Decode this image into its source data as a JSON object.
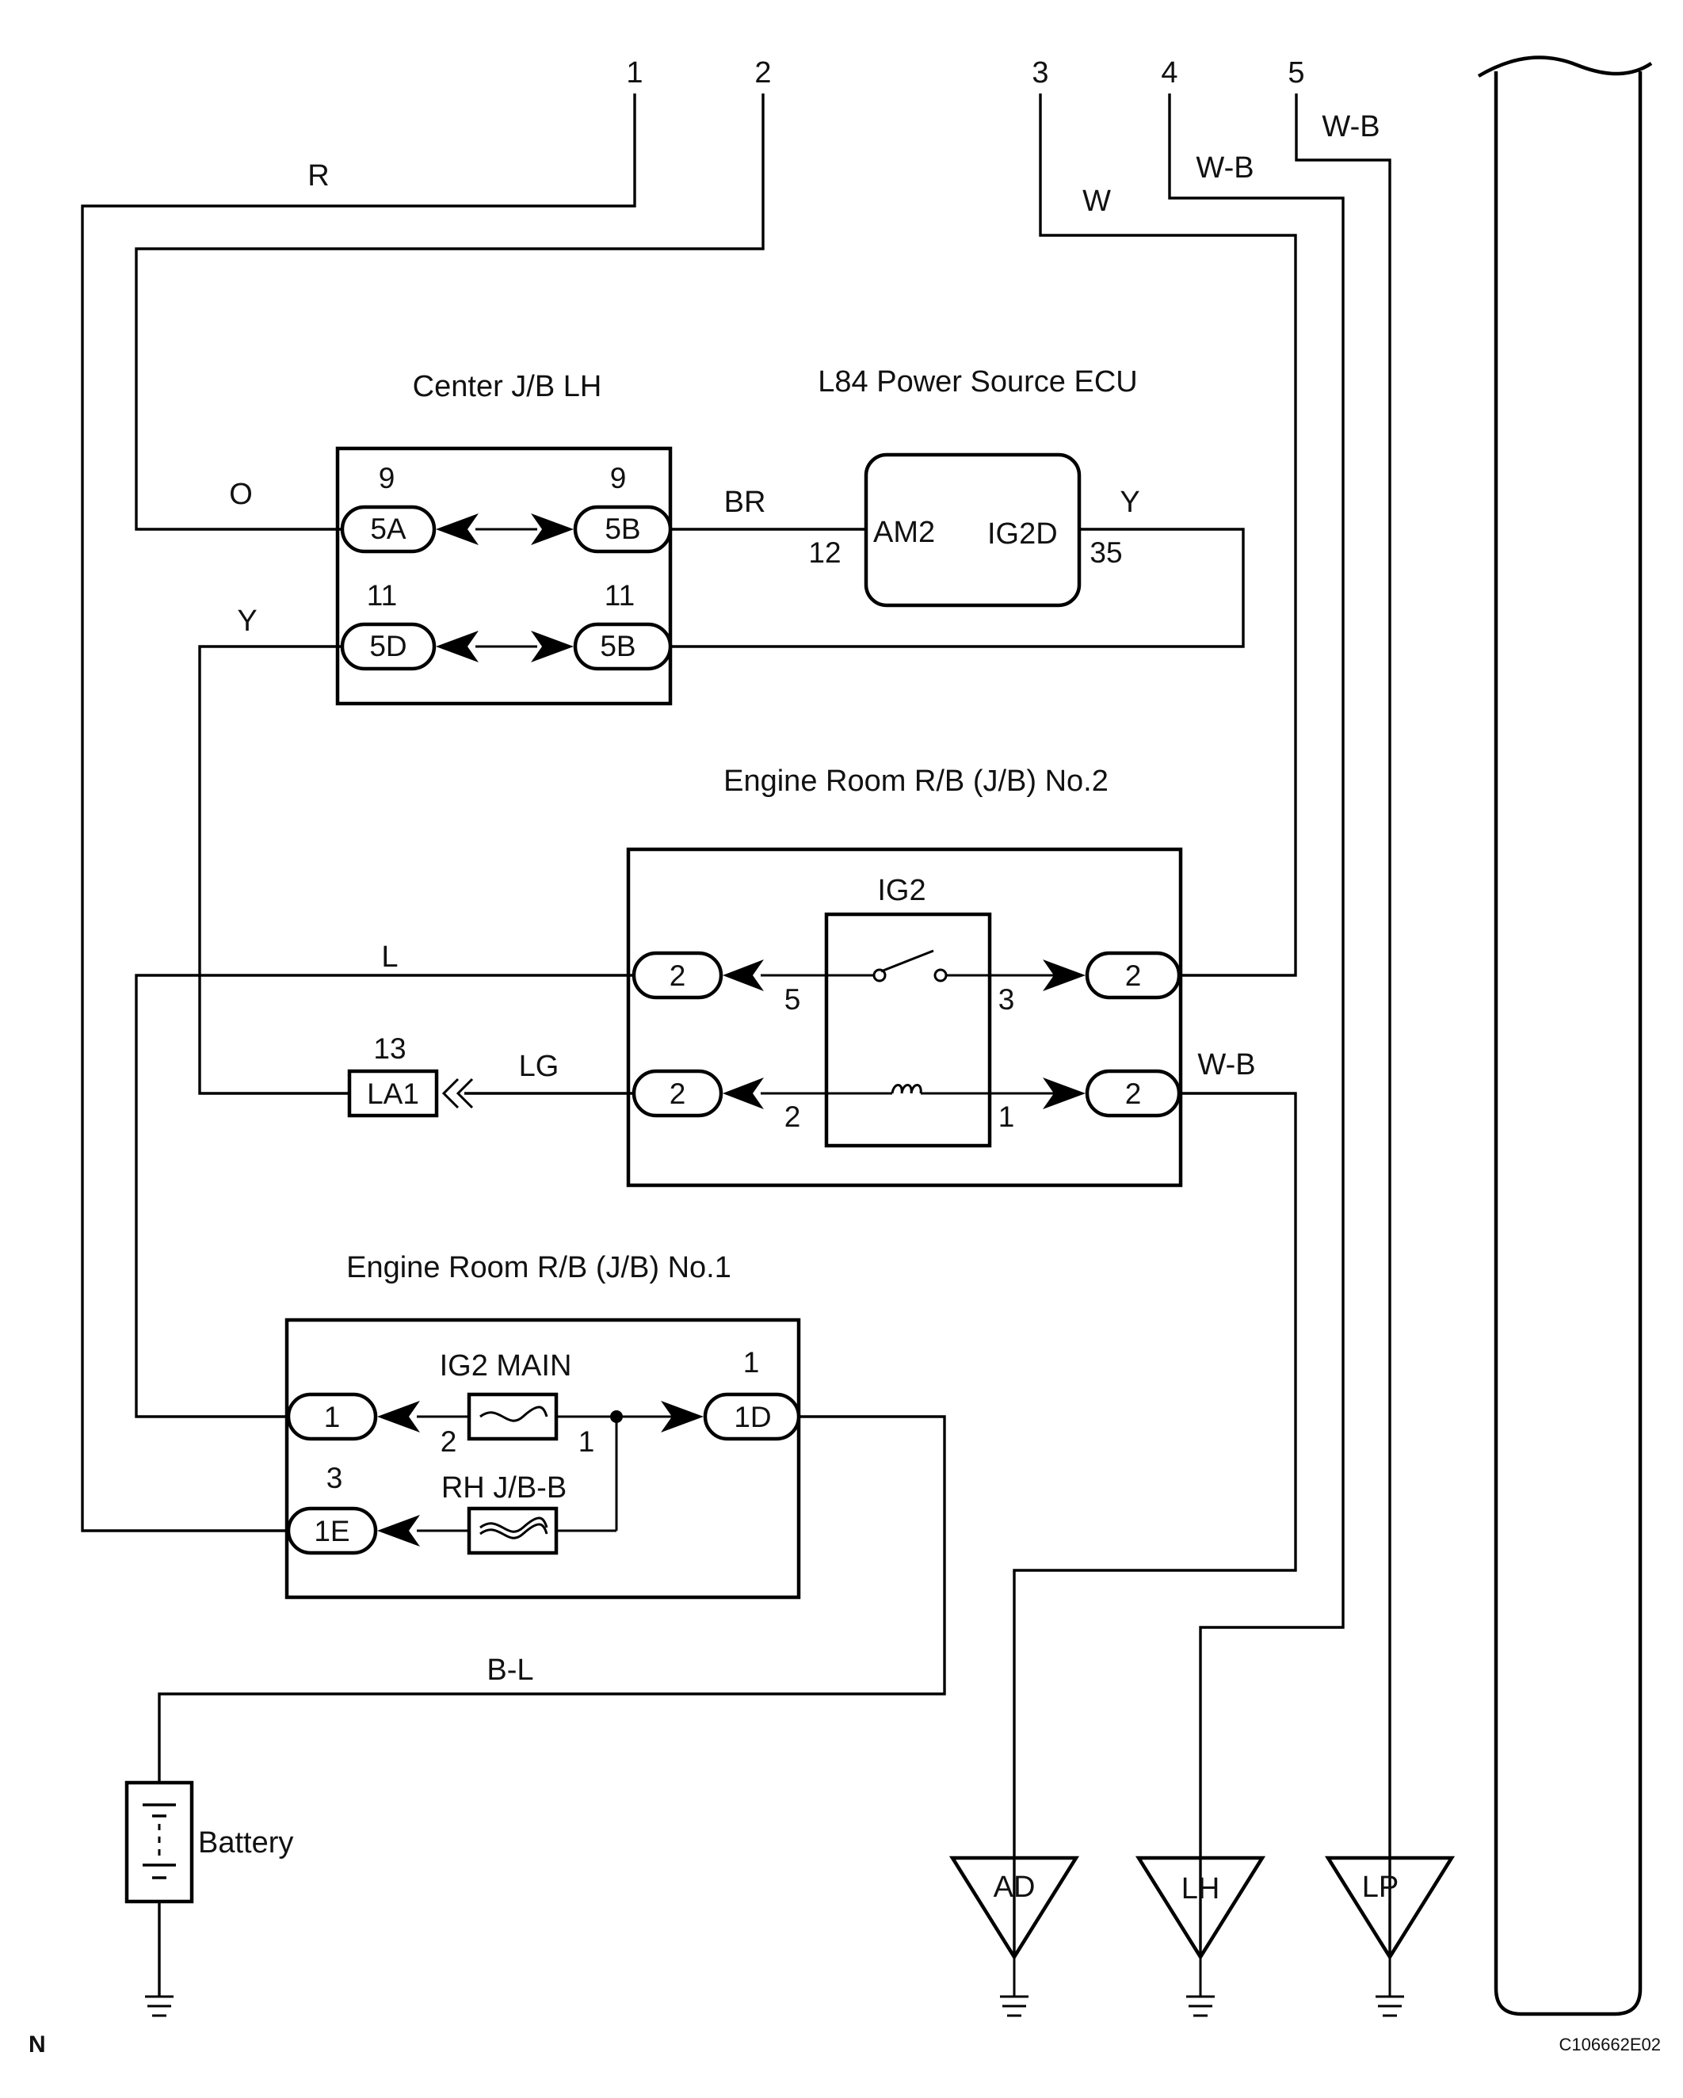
{
  "terminals": [
    "1",
    "2",
    "3",
    "4",
    "5"
  ],
  "wires": {
    "r": "R",
    "o": "O",
    "br": "BR",
    "y_ecu": "Y",
    "y_left": "Y",
    "w": "W",
    "wb4": "W-B",
    "wb5": "W-B",
    "l": "L",
    "lg": "LG",
    "wb_relay": "W-B",
    "bl": "B-L"
  },
  "center_jb": {
    "title": "Center J/B LH",
    "connectors": [
      "5A",
      "5B",
      "5D",
      "5B"
    ],
    "pins": [
      "9",
      "9",
      "11",
      "11"
    ]
  },
  "ecu": {
    "title": "L84 Power Source ECU",
    "terminal_left": "AM2",
    "terminal_right": "IG2D",
    "pin_left": "12",
    "pin_right": "35"
  },
  "rb2": {
    "title": "Engine Room R/B (J/B) No.2",
    "relay": "IG2",
    "connectors": [
      "2",
      "2",
      "2",
      "2"
    ],
    "pins": [
      "5",
      "3",
      "2",
      "1"
    ]
  },
  "la1": {
    "label": "LA1",
    "pin": "13"
  },
  "rb1": {
    "title": "Engine Room R/B (J/B) No.1",
    "fuse_main": "IG2 MAIN",
    "fuse_rh": "RH J/B-B",
    "connectors": [
      "1",
      "1D",
      "1E"
    ],
    "pins": [
      "1",
      "2",
      "1",
      "3"
    ]
  },
  "battery": "Battery",
  "grounds": [
    "AD",
    "LH",
    "LP"
  ],
  "footer": {
    "left": "N",
    "right": "C106662E02"
  }
}
